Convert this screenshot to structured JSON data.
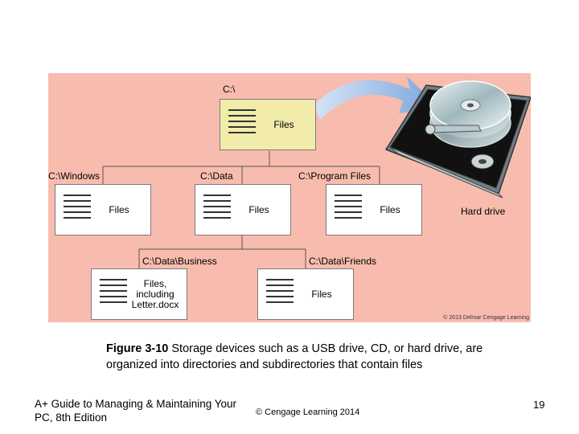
{
  "figure": {
    "root": {
      "label": "C:\\",
      "files": "Files"
    },
    "level1": [
      {
        "label": "C:\\Windows",
        "files": "Files"
      },
      {
        "label": "C:\\Data",
        "files": "Files"
      },
      {
        "label": "C:\\Program Files",
        "files": "Files"
      }
    ],
    "level2": [
      {
        "label": "C:\\Data\\Business",
        "files": "Files,\nincluding\nLetter.docx"
      },
      {
        "label": "C:\\Data\\Friends",
        "files": "Files"
      }
    ],
    "hard_drive_label": "Hard drive",
    "copyright": "© 2013 Delmar Cengage Learning",
    "colors": {
      "background": "#f8bcae",
      "root_box": "#f2ecaa",
      "arrow": "#a9c5ea"
    }
  },
  "caption": {
    "figure_number": "Figure 3-10",
    "text": "Storage devices such as a USB drive, CD, or hard drive, are organized into directories and subdirectories that contain files"
  },
  "footer": {
    "book_title": "A+ Guide to Managing & Maintaining Your PC, 8th Edition",
    "publisher": "© Cengage Learning 2014",
    "page_number": "19"
  }
}
